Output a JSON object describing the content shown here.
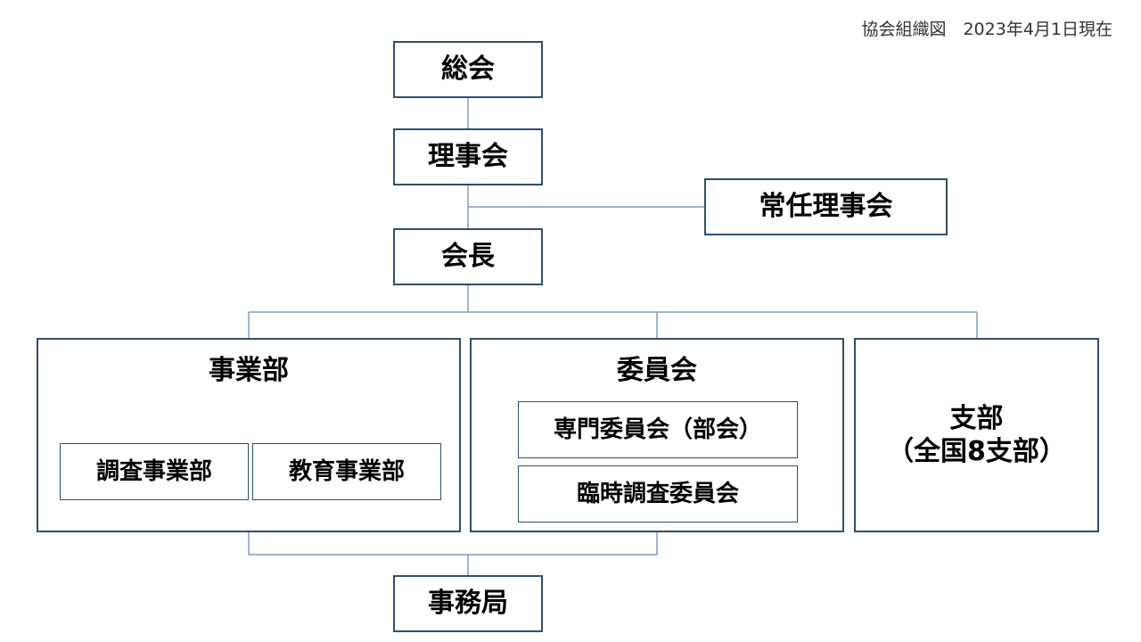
{
  "header": {
    "caption": "協会組織図　2023年4月1日現在"
  },
  "nodes": {
    "general_assembly": "総会",
    "board": "理事会",
    "standing_board": "常任理事会",
    "president": "会長",
    "business_dept": {
      "title": "事業部",
      "children": [
        "調査事業部",
        "教育事業部"
      ]
    },
    "committees": {
      "title": "委員会",
      "children": [
        "専門委員会（部会）",
        "臨時調査委員会"
      ]
    },
    "branches": {
      "title": "支部",
      "subtitle": "（全国8支部）"
    },
    "secretariat": "事務局"
  },
  "colors": {
    "border": "#2f4e6e",
    "connector": "#7f9cc0"
  }
}
